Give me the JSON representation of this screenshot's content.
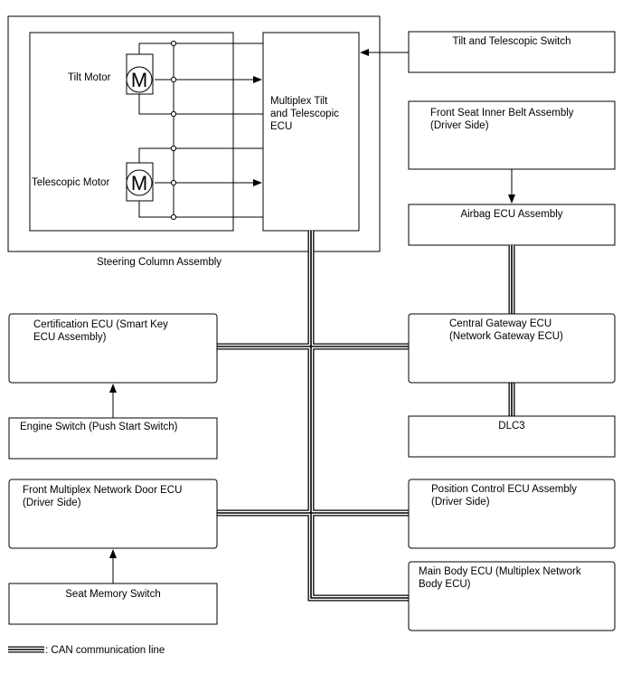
{
  "motors": {
    "tilt_label": "Tilt Motor",
    "telescopic_label": "Telescopic Motor",
    "motor_symbol": "M"
  },
  "steering": {
    "assembly_label": "Steering Column Assembly",
    "ecu_line1": "Multiplex Tilt",
    "ecu_line2": "and Telescopic",
    "ecu_line3": "ECU"
  },
  "components": {
    "tilt_switch": "Tilt and Telescopic Switch",
    "seat_belt_line1": "Front Seat Inner Belt Assembly",
    "seat_belt_line2": "(Driver Side)",
    "airbag": "Airbag ECU Assembly",
    "gateway_line1": "Central Gateway ECU",
    "gateway_line2": "(Network Gateway ECU)",
    "dlc3": "DLC3",
    "cert_line1": "Certification ECU (Smart Key",
    "cert_line2": "ECU Assembly)",
    "engine_switch": "Engine Switch (Push Start Switch)",
    "door_ecu_line1": "Front Multiplex Network Door ECU",
    "door_ecu_line2": "(Driver Side)",
    "position_line1": "Position Control ECU Assembly",
    "position_line2": "(Driver Side)",
    "seat_memory": "Seat Memory Switch",
    "main_body_line1": "Main Body ECU (Multiplex Network",
    "main_body_line2": "Body ECU)"
  },
  "legend": {
    "can_label": ": CAN communication line"
  }
}
